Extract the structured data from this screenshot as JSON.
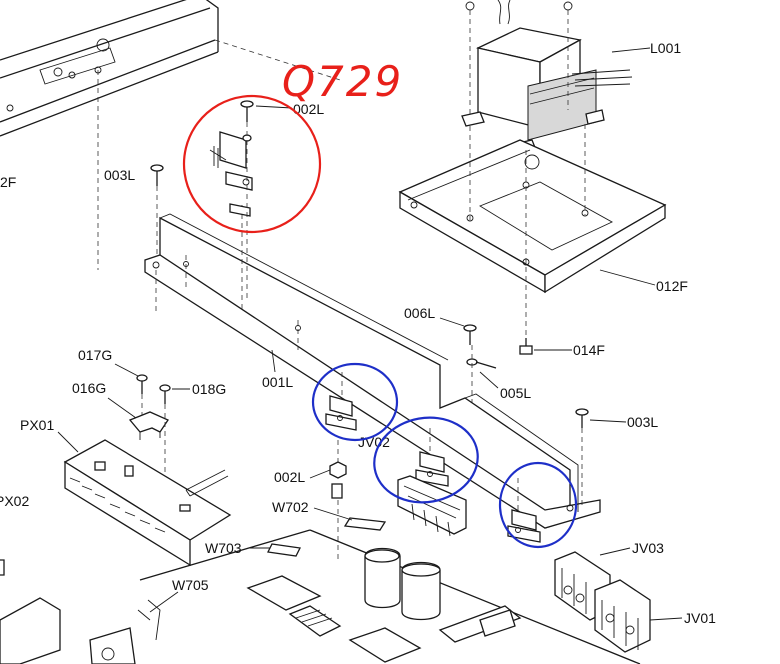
{
  "annotations": {
    "handwritten_note": "Q729",
    "red_color": "#e8201a",
    "blue_color": "#1e2fc8"
  },
  "parts": {
    "L001": "L001",
    "L002_top": "002L",
    "L003_left": "003L",
    "F012": "012F",
    "L006": "006L",
    "F014": "014F",
    "L005": "005L",
    "L001_board": "001L",
    "G017": "017G",
    "G016": "016G",
    "G018": "018G",
    "PX01": "PX01",
    "PX02_partial": "PX02",
    "JV02": "JV02",
    "L003_right": "003L",
    "L002_mid": "002L",
    "W702": "W702",
    "W703": "W703",
    "JV03": "JV03",
    "W705": "W705",
    "JV01": "JV01",
    "left_partial_F": "2F"
  }
}
